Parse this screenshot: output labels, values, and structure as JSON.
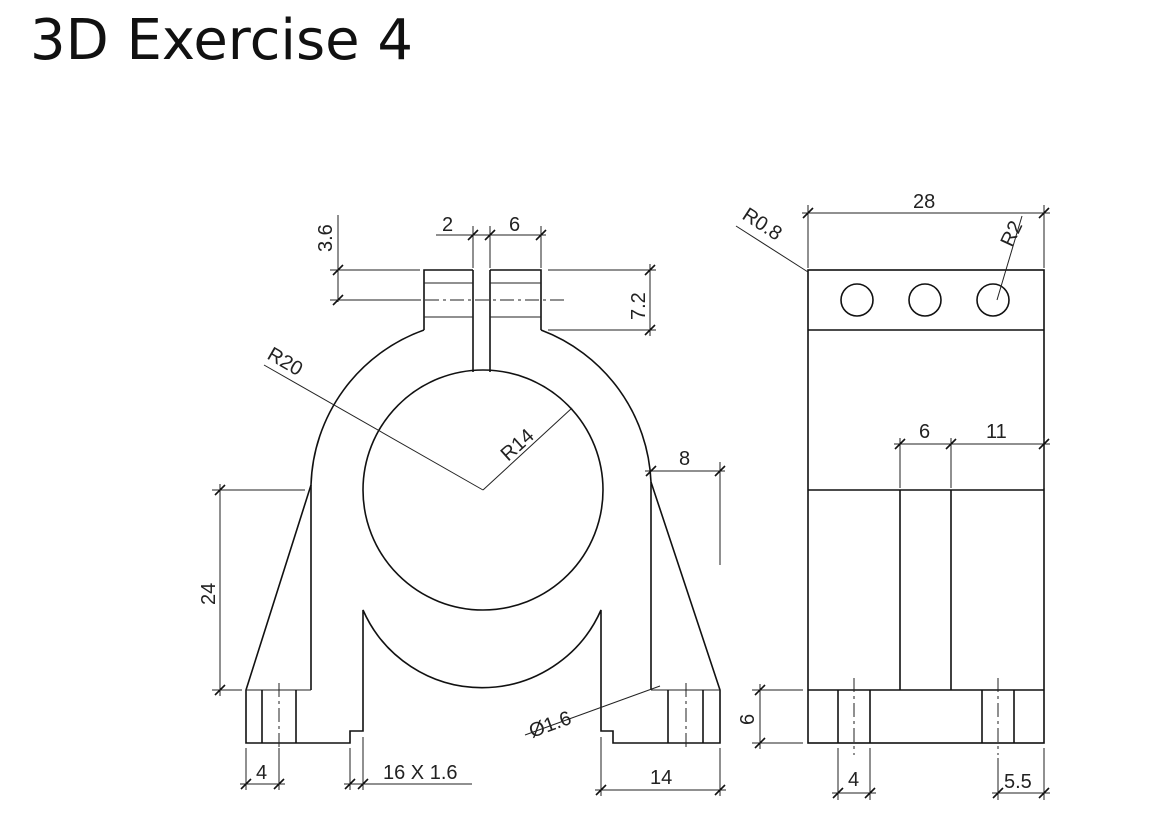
{
  "title": "3D Exercise 4",
  "dimensions": {
    "d_3_6": "3.6",
    "d_2": "2",
    "d_6_top": "6",
    "d_7_2": "7.2",
    "d_r20": "R20",
    "d_r14": "R14",
    "d_8": "8",
    "d_24": "24",
    "d_phi": "Ø1.6",
    "d_4_front": "4",
    "d_16x16": "16 X 1.6",
    "d_14": "14",
    "d_28": "28",
    "d_r08": "R0.8",
    "d_r2": "R2",
    "d_6_side": "6",
    "d_11": "11",
    "d_6_base": "6",
    "d_4_side": "4",
    "d_5_5": "5.5"
  },
  "colors": {
    "line": "#111111",
    "text": "#222222",
    "background": "#ffffff"
  }
}
